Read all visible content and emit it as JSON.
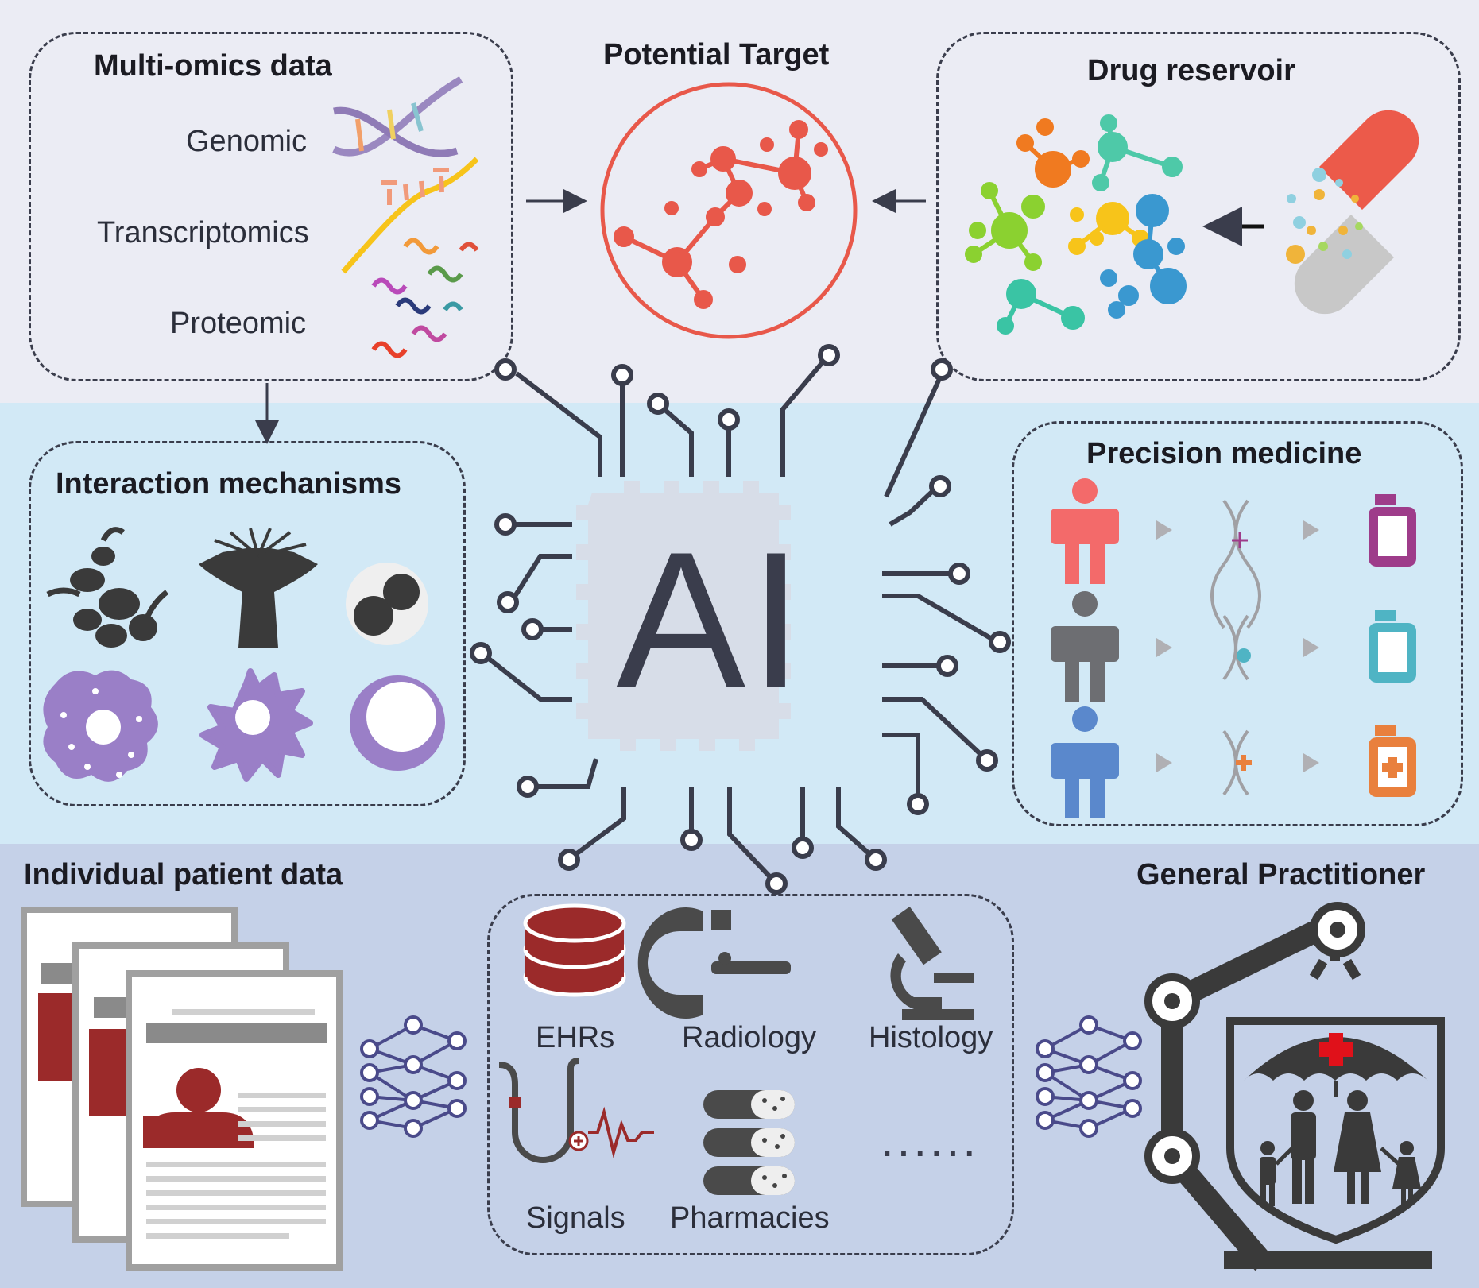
{
  "multi_omics": {
    "title": "Multi-omics data",
    "items": [
      "Genomic",
      "Transcriptomics",
      "Proteomic"
    ]
  },
  "potential_target": {
    "title": "Potential Target"
  },
  "drug_reservoir": {
    "title": "Drug reservoir"
  },
  "interaction": {
    "title": "Interaction mechanisms"
  },
  "precision": {
    "title": "Precision medicine"
  },
  "chip": {
    "label": "AI"
  },
  "patient_data": {
    "title": "Individual patient data"
  },
  "sources": {
    "items": [
      "EHRs",
      "Radiology",
      "Histology",
      "Signals",
      "Pharmacies",
      "......"
    ]
  },
  "gp": {
    "title": "General Practitioner"
  },
  "colors": {
    "target": "#e8584a",
    "dark": "#3a3d4c",
    "patient_red": "#9b2a2a",
    "purple": "#9a7fc7",
    "pink": "#f36a6a",
    "teal": "#4fb4c4",
    "orange": "#e9803d"
  }
}
